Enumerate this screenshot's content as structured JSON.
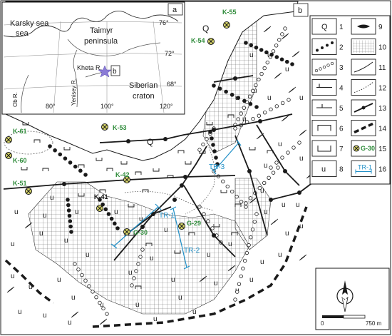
{
  "inset_map": {
    "panel_label": "a",
    "places": [
      "Karsky sea",
      "Taimyr peninsula",
      "Siberian craton",
      "Kheta R.",
      "Yenisey R.",
      "Ob R."
    ],
    "lat_labels": [
      "76°",
      "72°",
      "68°"
    ],
    "lon_labels": [
      "80°",
      "100°",
      "120°"
    ],
    "marker_label": "b"
  },
  "main_map": {
    "panel_label": "b",
    "unit_labels": [
      "Q",
      "Q"
    ],
    "wells": [
      "K-55",
      "K-54",
      "K-53",
      "K-61",
      "K-60",
      "K-51",
      "K-42",
      "K-41",
      "G-30",
      "G-29"
    ],
    "traverses": [
      "TR-3",
      "TR-1",
      "TR-2"
    ]
  },
  "legend": {
    "items": [
      {
        "num": "1",
        "symbol": "Q"
      },
      {
        "num": "2",
        "symbol": ""
      },
      {
        "num": "3",
        "symbol": ""
      },
      {
        "num": "4",
        "symbol": ""
      },
      {
        "num": "5",
        "symbol": ""
      },
      {
        "num": "6",
        "symbol": ""
      },
      {
        "num": "7",
        "symbol": ""
      },
      {
        "num": "8",
        "symbol": "u"
      },
      {
        "num": "9",
        "symbol": ""
      },
      {
        "num": "10",
        "symbol": ""
      },
      {
        "num": "11",
        "symbol": ""
      },
      {
        "num": "12",
        "symbol": ""
      },
      {
        "num": "13",
        "symbol": ""
      },
      {
        "num": "14",
        "symbol": ""
      },
      {
        "num": "15",
        "symbol": "G-30"
      },
      {
        "num": "16",
        "symbol": "TR-1"
      }
    ]
  },
  "scale_bar": {
    "start": "0",
    "end": "750 m",
    "north": "N"
  },
  "colors": {
    "ink": "#1a1a1a",
    "green": "#2e8b3a",
    "cyan": "#1f8fc7",
    "star": "#8a7bd6",
    "gray": "#888888"
  }
}
